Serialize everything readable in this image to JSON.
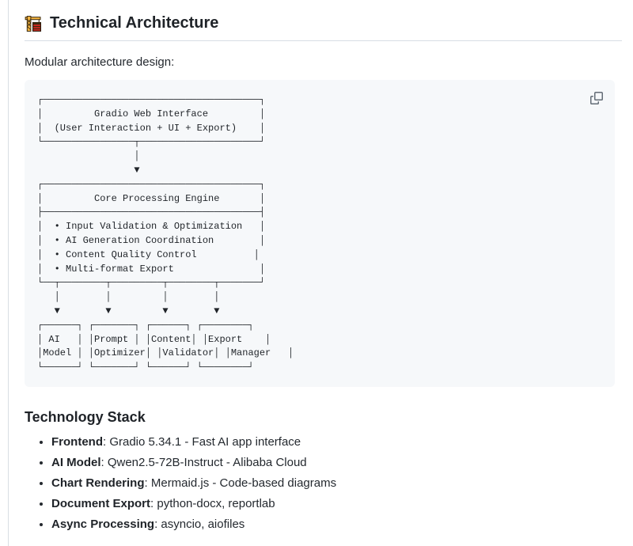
{
  "page": {
    "title": "Technical Architecture",
    "title_icon": "building-construction-icon",
    "intro": "Modular architecture design:"
  },
  "diagram": {
    "copy_icon": "copy-icon",
    "ascii": "┌──────────────────────────────────────┐\n│         Gradio Web Interface         │\n│  (User Interaction + UI + Export)    │\n└────────────────┬─────────────────────┘\n                 │\n                 ▼\n┌──────────────────────────────────────┐\n│         Core Processing Engine       │\n├──────────────────────────────────────┤\n│  • Input Validation & Optimization   │\n│  • AI Generation Coordination        │\n│  • Content Quality Control          │\n│  • Multi-format Export               │\n└──┬────────┬─────────┬────────┬───────┘\n   │        │         │        │\n   ▼        ▼         ▼        ▼\n┌──────┐ ┌───────┐ ┌──────┐ ┌────────┐\n│ AI   │ │Prompt │ │Content│ │Export    │\n│Model │ │Optimizer│ │Validator│ │Manager   │\n└──────┘ └───────┘ └──────┘ └────────┘"
  },
  "tech_stack": {
    "heading": "Technology Stack",
    "items": [
      {
        "label": "Frontend",
        "text": ": Gradio 5.34.1 - Fast AI app interface"
      },
      {
        "label": "AI Model",
        "text": ": Qwen2.5-72B-Instruct - Alibaba Cloud"
      },
      {
        "label": "Chart Rendering",
        "text": ": Mermaid.js - Code-based diagrams"
      },
      {
        "label": "Document Export",
        "text": ": python-docx, reportlab"
      },
      {
        "label": "Async Processing",
        "text": ": asyncio, aiofiles"
      }
    ]
  },
  "colors": {
    "code_background": "#f6f8fa",
    "heading_border": "#d8dee4",
    "text": "#1f2328",
    "icon_gray": "#636c76",
    "emoji_yellow": "#f4b43f",
    "emoji_red": "#c5271f"
  }
}
